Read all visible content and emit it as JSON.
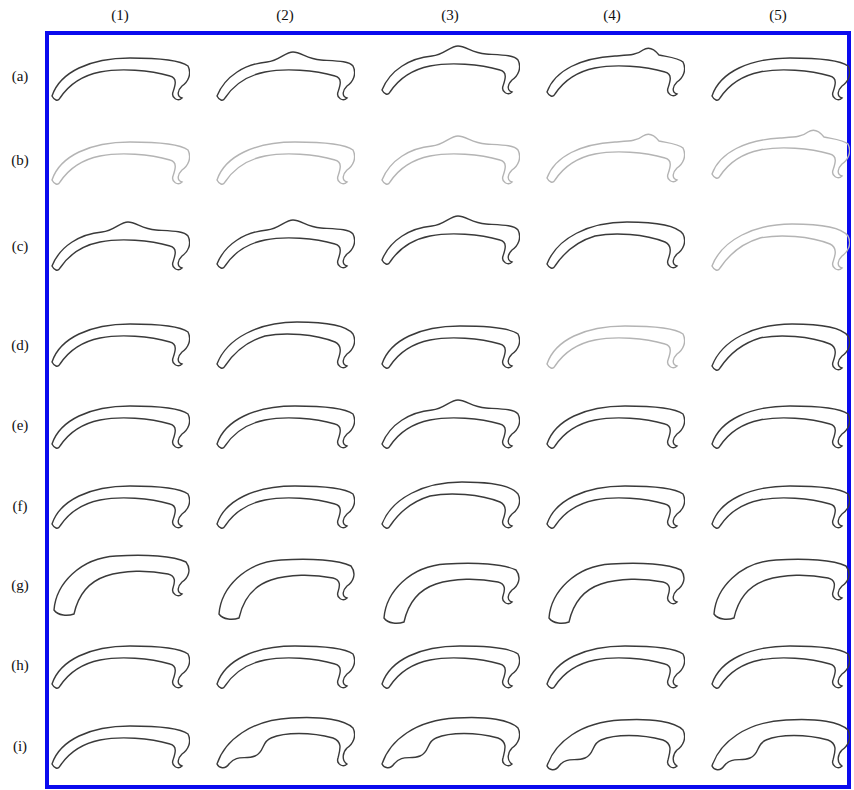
{
  "diagram": {
    "labels": [
      "(1)",
      "(2)",
      "(3)",
      "(4)",
      "(5)",
      "(a)",
      "(b)",
      "(c)",
      "(d)",
      "(e)",
      "(f)",
      "(g)",
      "(h)",
      "(i)"
    ]
  }
}
